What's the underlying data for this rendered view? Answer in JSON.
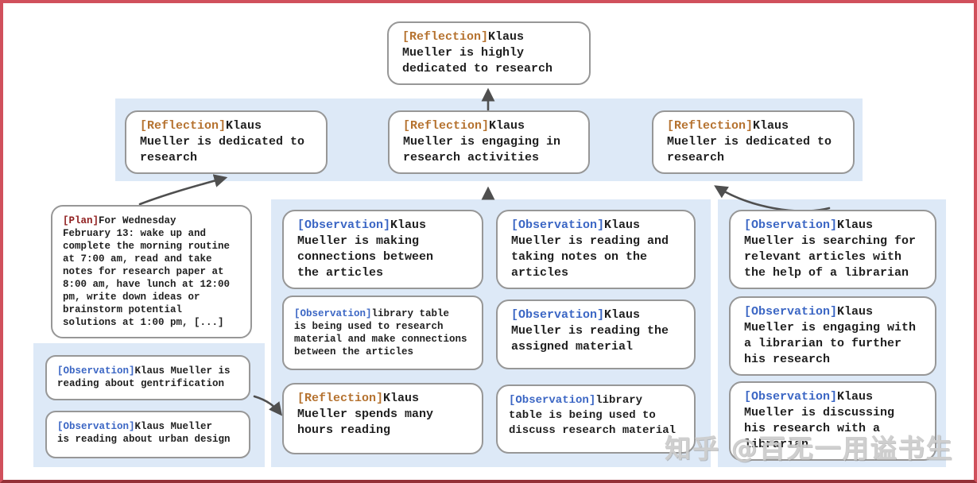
{
  "colors": {
    "frame_border": "#d0505c",
    "panel_bg": "#dde9f7",
    "box_bg": "#ffffff",
    "box_border": "#979797",
    "text": "#1f1f1f",
    "tag_reflection": "#b5722f",
    "tag_observation": "#3b66c4",
    "tag_plan": "#8f1d1d",
    "arrow": "#4f4f4f",
    "watermark": "#cccccc"
  },
  "watermark": "知乎 @百无一用谥书生",
  "boxes": {
    "root": {
      "tag": "[Reflection]",
      "text": "Klaus\nMueller is highly\ndedicated to research"
    },
    "ref_left": {
      "tag": "[Reflection]",
      "text": "Klaus\nMueller is dedicated to\nresearch"
    },
    "ref_mid": {
      "tag": "[Reflection]",
      "text": "Klaus\nMueller is engaging in\nresearch activities"
    },
    "ref_right": {
      "tag": "[Reflection]",
      "text": "Klaus\nMueller is dedicated to\nresearch"
    },
    "plan": {
      "tag": "[Plan]",
      "text": "For Wednesday\nFebruary 13: wake up and\ncomplete the morning routine\nat 7:00 am, read and take\nnotes for research paper at\n8:00 am, have lunch at 12:00\npm, write down ideas or\nbrainstorm potential\nsolutions at 1:00 pm, [...]"
    },
    "obs_gentrification": {
      "tag": "[Observation]",
      "text": "Klaus Mueller is\nreading about gentrification"
    },
    "obs_urban": {
      "tag": "[Observation]",
      "text": "Klaus Mueller\nis reading about urban design"
    },
    "obs_connections": {
      "tag": "[Observation]",
      "text": "Klaus\nMueller is making\nconnections between\nthe articles"
    },
    "obs_library_research": {
      "tag": "[Observation]",
      "text": "library table\nis being used to research\nmaterial and make connections\nbetween the articles"
    },
    "ref_hours": {
      "tag": "[Reflection]",
      "text": "Klaus\nMueller spends many\nhours reading"
    },
    "obs_notes": {
      "tag": "[Observation]",
      "text": "Klaus\nMueller is reading and\ntaking notes on the\narticles"
    },
    "obs_assigned": {
      "tag": "[Observation]",
      "text": "Klaus\nMueller is reading the\nassigned material"
    },
    "obs_library_discuss": {
      "tag": "[Observation]",
      "text": "library\ntable is being used to\ndiscuss research material"
    },
    "obs_searching": {
      "tag": "[Observation]",
      "text": "Klaus\nMueller is searching for\nrelevant articles with\nthe help of a librarian"
    },
    "obs_engaging": {
      "tag": "[Observation]",
      "text": "Klaus\nMueller is engaging with\na librarian to further\nhis research"
    },
    "obs_discussing": {
      "tag": "[Observation]",
      "text": "Klaus\nMueller is discussing\nhis research with a\nlibrarian"
    }
  }
}
